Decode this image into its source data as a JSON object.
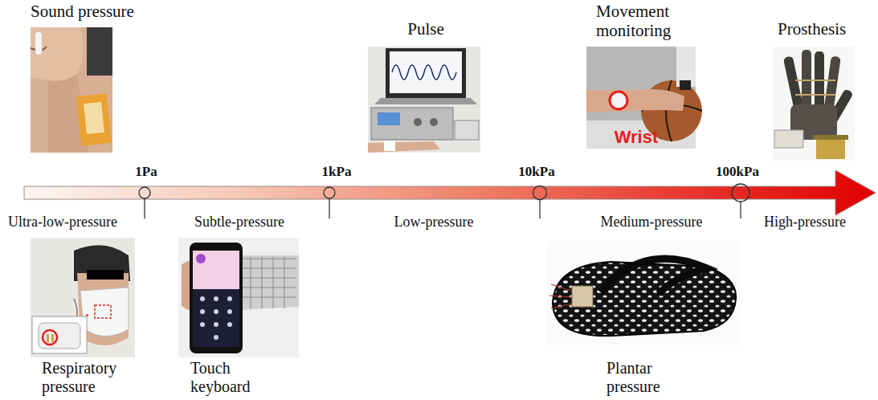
{
  "diagram": {
    "labels": [
      "Sound pressure",
      "Pulse",
      "Movement monitoring",
      "Wrist",
      "Prosthesis",
      "1Pa",
      "1kPa",
      "10kPa",
      "100kPa",
      "Ultra-low-pressure",
      "Subtle-pressure",
      "Low-pressure",
      "Medium-pressure",
      "High-pressure",
      "Respiratory pressure",
      "Touch keyboard",
      "Plantar pressure"
    ]
  }
}
